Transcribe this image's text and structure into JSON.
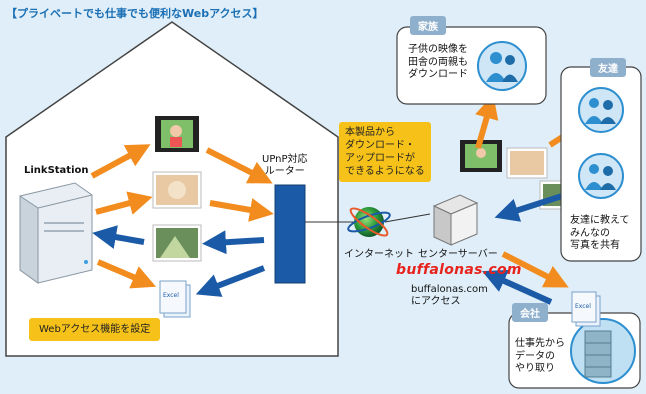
{
  "title": "【プライベートでも仕事でも便利なWebアクセス】",
  "labels": {
    "linkstation": "LinkStation",
    "router": "UPnP対応\nルーター",
    "internet": "インターネット",
    "server": "センターサーバー",
    "brand": "buffalonas.com",
    "access": "buffalonas.com\nにアクセス",
    "note_updown": "本製品から\nダウンロード・\nアップロードが\nできるようになる",
    "web_setting": "Webアクセス機能を設定",
    "family_badge": "家族",
    "family_desc": "子供の映像を\n田舎の両親も\nダウンロード",
    "friends_badge": "友達",
    "friends_desc": "友達に教えて\nみんなの\n写真を共有",
    "office_badge": "会社",
    "office_desc": "仕事先から\nデータの\nやり取り",
    "excel": "Excel"
  },
  "colors": {
    "orange_arrow": "#f28c1e",
    "blue_arrow": "#1b5aa6",
    "note_bg": "#f6c21a",
    "router_fill": "#1b5aa6",
    "person_fill": "#2d8fd0",
    "brand_red": "#e8231d"
  }
}
